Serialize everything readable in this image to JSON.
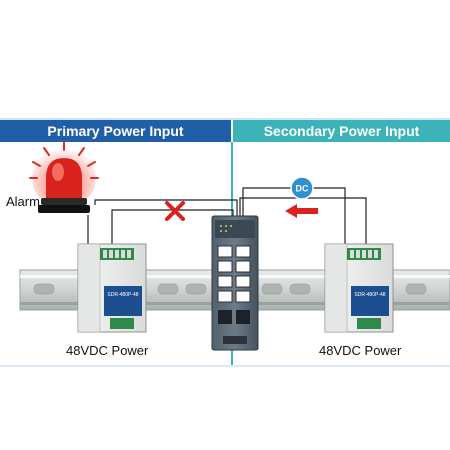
{
  "headers": {
    "primary": "Primary Power Input",
    "secondary": "Secondary Power Input"
  },
  "labels": {
    "alarm": "Alarm",
    "left_power": "48VDC Power",
    "right_power": "48VDC Power",
    "dc_badge": "DC"
  },
  "psu": {
    "model_text": "SDR-480P-48"
  },
  "colors": {
    "primary_header": "#1f5fa8",
    "secondary_header": "#3bb3b8",
    "divider": "#3bb3b8",
    "alarm_red": "#d9221e",
    "arrow_red": "#d9221e",
    "dc_badge": "#2f8fd0"
  },
  "icons": {
    "alarm": "siren-light-icon",
    "blocked": "cross-icon",
    "flow": "arrow-left-icon",
    "dc": "dc-badge-icon"
  }
}
